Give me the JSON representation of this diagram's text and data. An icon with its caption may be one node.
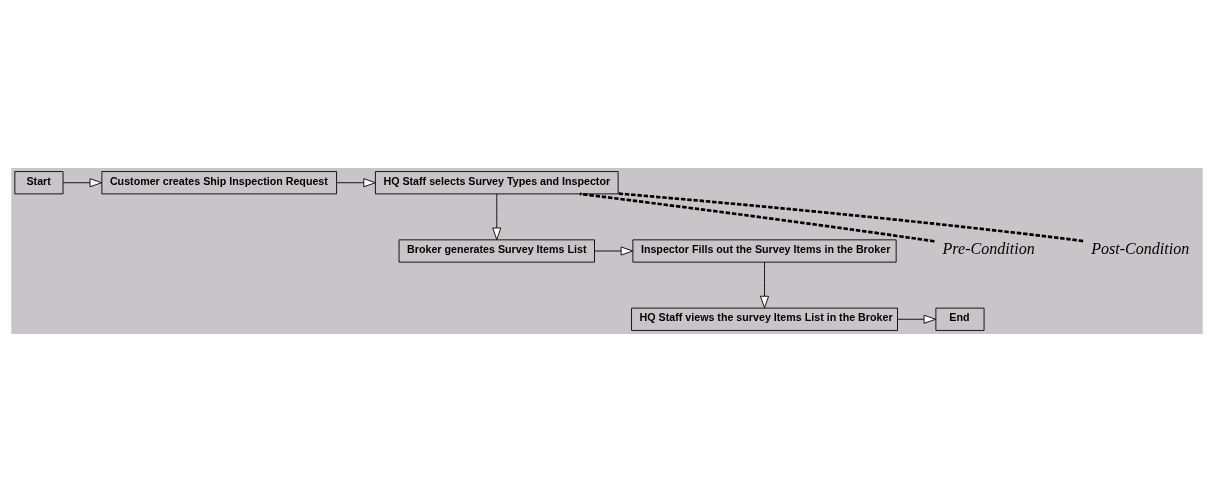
{
  "diagram": {
    "nodes": [
      {
        "text": [
          "Start"
        ]
      },
      {
        "text": [
          "Customer creates Ship Inspection Request"
        ]
      },
      {
        "text": [
          "HQ Staff selects Survey Types and Inspector"
        ]
      },
      {
        "text": [
          "Broker generates Survey Items List"
        ]
      },
      {
        "text": [
          "Inspector Fills out the Survey Items in the Broker"
        ]
      },
      {
        "text": [
          "HQ Staff views the survey Items List in the Broker"
        ]
      },
      {
        "text": [
          "End"
        ]
      },
      {
        "text": [
          "Pre-Condition"
        ]
      },
      {
        "text": [
          "Post-Condition"
        ]
      }
    ],
    "edges": [
      {
        "from": 0,
        "to": 1,
        "arrow": "to"
      },
      {
        "from": 1,
        "to": 2,
        "arrow": "to"
      },
      {
        "from": 2,
        "to": 3,
        "arrow": "to"
      },
      {
        "from": 3,
        "to": 4,
        "arrow": "to"
      },
      {
        "from": 4,
        "to": 5,
        "arrow": "to"
      },
      {
        "from": 5,
        "to": 6,
        "arrow": "to"
      },
      {
        "from": 7,
        "to": 2,
        "arrow": "none",
        "style": "dashed"
      },
      {
        "from": 8,
        "to": 2,
        "arrow": "none",
        "style": "dashed"
      }
    ]
  }
}
